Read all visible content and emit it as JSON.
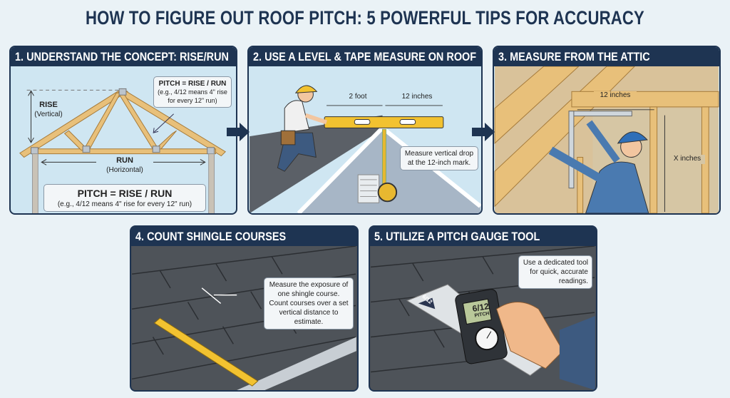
{
  "title": "HOW TO FIGURE OUT ROOF PITCH: 5 POWERFUL TIPS FOR ACCURACY",
  "panels": [
    {
      "heading": "1. UNDERSTAND THE CONCEPT: RISE/RUN",
      "rise_label": "RISE",
      "rise_sub": "(Vertical)",
      "run_label": "RUN",
      "run_sub": "(Horizontal)",
      "callout_title": "PITCH = RISE / RUN",
      "callout_text": "(e.g., 4/12 means 4\" rise for every 12\" run)",
      "formula_title": "PITCH = RISE / RUN",
      "formula_text": "(e.g., 4/12 means 4\" rise for every 12\" run)"
    },
    {
      "heading": "2. USE A LEVEL & TAPE MEASURE ON ROOF",
      "dim_left": "2 foot",
      "dim_right": "12 inches",
      "callout": "Measure vertical drop at the 12-inch mark."
    },
    {
      "heading": "3. MEASURE FROM THE ATTIC",
      "dim_horizontal": "12 inches",
      "dim_vertical": "X inches"
    },
    {
      "heading": "4. COUNT SHINGLE COURSES",
      "callout": "Measure the exposure of one shingle course. Count courses over a set vertical distance to estimate."
    },
    {
      "heading": "5. UTILIZE A PITCH GAUGE TOOL",
      "callout": "Use a dedicated tool for quick, accurate readings.",
      "gauge_reading": "6/12",
      "gauge_unit": "PITCH",
      "ruler_badge": "6/12"
    }
  ],
  "colors": {
    "navy": "#1e3452",
    "sky": "#cfe6f2",
    "wood": "#e8c07a",
    "shingle": "#4a4f55",
    "hardhat_yellow": "#f2c230",
    "hardhat_blue": "#2f6fb8"
  }
}
